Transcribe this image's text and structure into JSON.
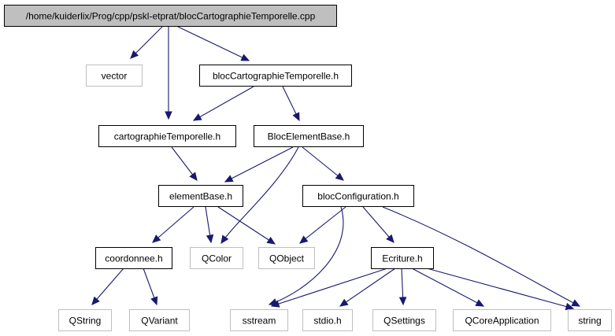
{
  "diagram": {
    "colors": {
      "edge": "#191970",
      "root_fill": "#bfbfbf",
      "local_border": "#000000",
      "external_border": "#bfbfbf",
      "local_text": "#000000",
      "external_text": "#000000",
      "background": "#ffffff"
    },
    "nodes": {
      "root": {
        "label": "/home/kuiderlix/Prog/cpp/pskl-etprat/blocCartographieTemporelle.cpp",
        "kind": "root"
      },
      "vector": {
        "label": "vector",
        "kind": "external"
      },
      "blocCartoH": {
        "label": "blocCartographieTemporelle.h",
        "kind": "local"
      },
      "cartoH": {
        "label": "cartographieTemporelle.h",
        "kind": "local"
      },
      "blocElemH": {
        "label": "BlocElementBase.h",
        "kind": "local"
      },
      "elemH": {
        "label": "elementBase.h",
        "kind": "local"
      },
      "blocConfH": {
        "label": "blocConfiguration.h",
        "kind": "local"
      },
      "coordH": {
        "label": "coordonnee.h",
        "kind": "local"
      },
      "qcolor": {
        "label": "QColor",
        "kind": "external"
      },
      "qobject": {
        "label": "QObject",
        "kind": "external"
      },
      "ecritureH": {
        "label": "Ecriture.h",
        "kind": "local"
      },
      "qstring": {
        "label": "QString",
        "kind": "external"
      },
      "qvariant": {
        "label": "QVariant",
        "kind": "external"
      },
      "sstream": {
        "label": "sstream",
        "kind": "external"
      },
      "stdio": {
        "label": "stdio.h",
        "kind": "external"
      },
      "qsettings": {
        "label": "QSettings",
        "kind": "external"
      },
      "qcoreapp": {
        "label": "QCoreApplication",
        "kind": "external"
      },
      "string": {
        "label": "string",
        "kind": "external"
      }
    },
    "edges": [
      [
        "root",
        "vector"
      ],
      [
        "root",
        "cartoH"
      ],
      [
        "root",
        "blocCartoH"
      ],
      [
        "blocCartoH",
        "cartoH"
      ],
      [
        "blocCartoH",
        "blocElemH"
      ],
      [
        "cartoH",
        "elemH"
      ],
      [
        "blocElemH",
        "elemH"
      ],
      [
        "blocElemH",
        "qcolor"
      ],
      [
        "blocElemH",
        "blocConfH"
      ],
      [
        "elemH",
        "coordH"
      ],
      [
        "elemH",
        "qcolor"
      ],
      [
        "elemH",
        "qobject"
      ],
      [
        "blocConfH",
        "qobject"
      ],
      [
        "blocConfH",
        "sstream"
      ],
      [
        "blocConfH",
        "ecritureH"
      ],
      [
        "blocConfH",
        "string"
      ],
      [
        "coordH",
        "qstring"
      ],
      [
        "coordH",
        "qvariant"
      ],
      [
        "ecritureH",
        "sstream"
      ],
      [
        "ecritureH",
        "stdio"
      ],
      [
        "ecritureH",
        "qsettings"
      ],
      [
        "ecritureH",
        "qcoreapp"
      ],
      [
        "ecritureH",
        "string"
      ]
    ]
  }
}
